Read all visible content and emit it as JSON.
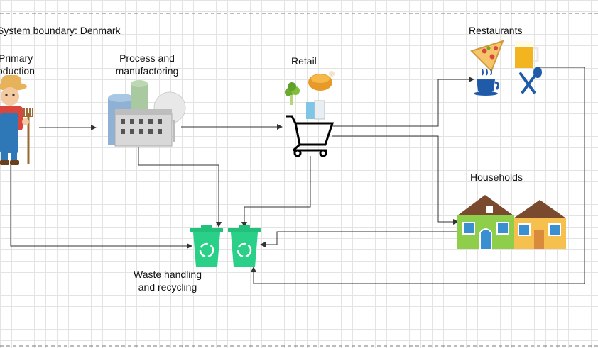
{
  "boundary": {
    "label": "System boundary: Denmark"
  },
  "nodes": {
    "primary": {
      "line1": "Primary",
      "line2": "oduction",
      "icon": "farmer-icon"
    },
    "process": {
      "line1": "Process and",
      "line2": "manufactoring",
      "icon": "factory-icon"
    },
    "retail": {
      "label": "Retail",
      "icon": "shopping-cart-icon"
    },
    "restaurants": {
      "label": "Restaurants",
      "icon": "food-drink-icon"
    },
    "households": {
      "label": "Households",
      "icon": "houses-icon"
    },
    "waste": {
      "line1": "Waste handling",
      "line2": "and recycling",
      "icon": "recycling-bin-icon"
    }
  },
  "colors": {
    "line": "#333333",
    "bin": "#22c07a",
    "house_green": "#8fce4a",
    "house_yellow": "#f6c04e",
    "roof": "#7a4a2e"
  }
}
